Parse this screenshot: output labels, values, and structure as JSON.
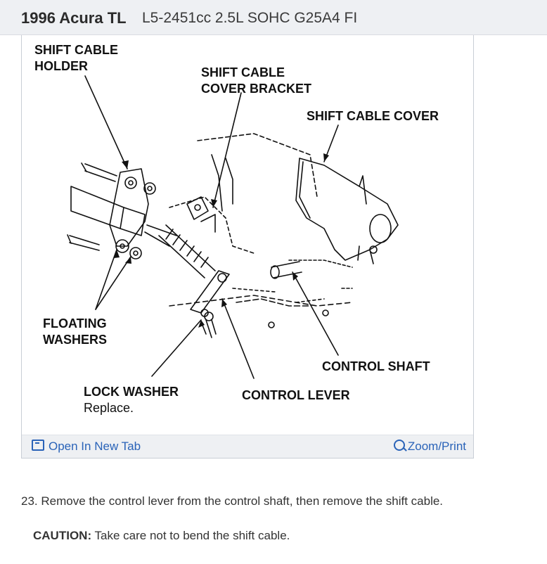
{
  "header": {
    "title_bold": "1996 Acura TL",
    "title_rest": "L5-2451cc 2.5L SOHC G25A4 FI"
  },
  "figure": {
    "labels": {
      "shift_cable_holder_1": "SHIFT CABLE",
      "shift_cable_holder_2": "HOLDER",
      "cover_bracket_1": "SHIFT CABLE",
      "cover_bracket_2": "COVER BRACKET",
      "cable_cover": "SHIFT CABLE COVER",
      "floating_washers_1": "FLOATING",
      "floating_washers_2": "WASHERS",
      "control_shaft": "CONTROL SHAFT",
      "lock_washer": "LOCK WASHER",
      "lock_washer_note": "Replace.",
      "control_lever": "CONTROL LEVER"
    },
    "open_tab": "Open In New Tab",
    "zoom_print": "Zoom/Print"
  },
  "content": {
    "step": "23. Remove the control lever from the control shaft, then remove the shift cable.",
    "caution_label": "CAUTION:",
    "caution_text": " Take care not to bend the shift cable."
  },
  "colors": {
    "link": "#2a63b8",
    "titlebar_bg": "#eef0f3"
  }
}
